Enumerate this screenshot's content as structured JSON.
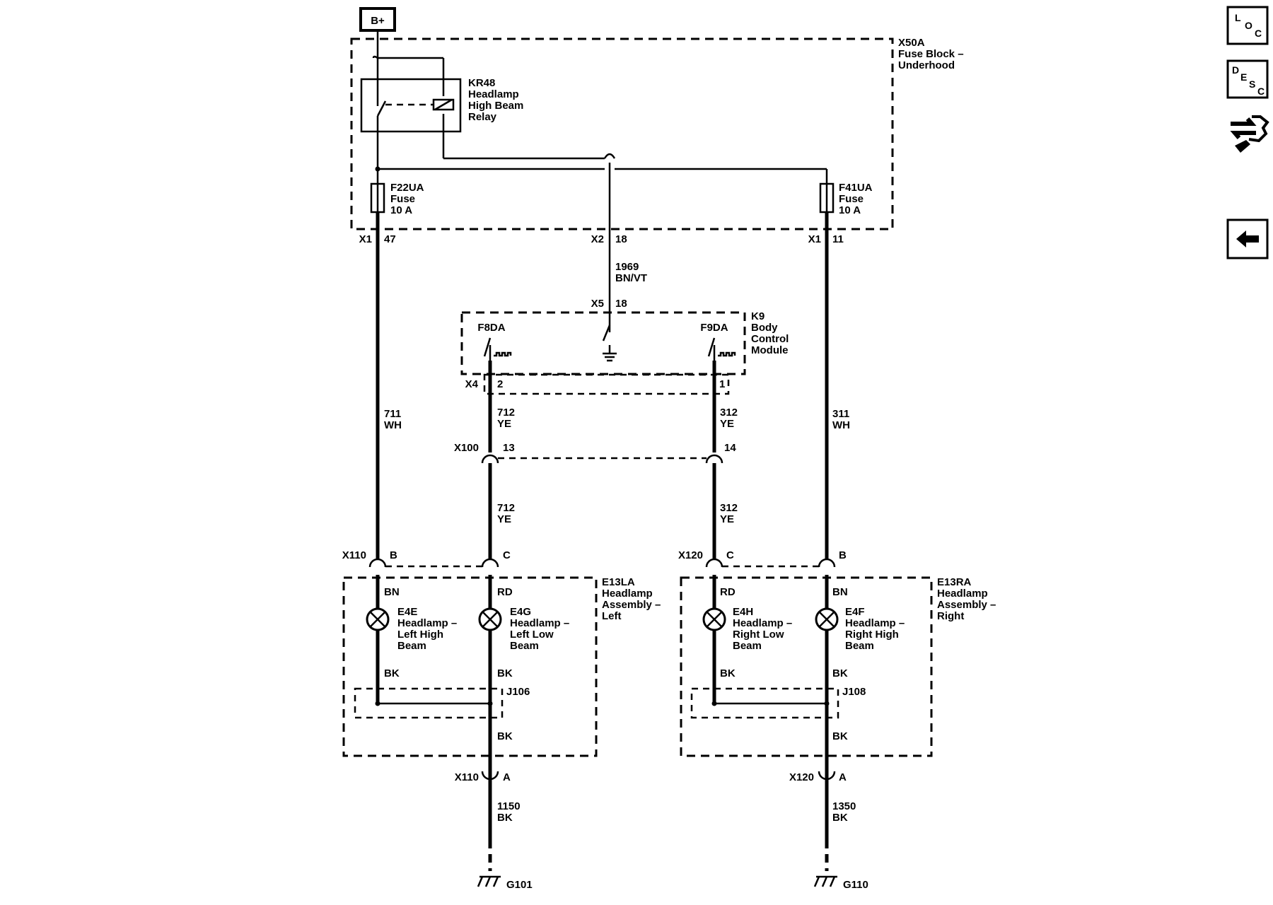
{
  "supply": "B+",
  "fuse_block": {
    "id": "X50A",
    "name": "Fuse Block –",
    "name2": "Underhood"
  },
  "relay": {
    "id": "KR48",
    "l1": "Headlamp",
    "l2": "High Beam",
    "l3": "Relay"
  },
  "fuse_left": {
    "id": "F22UA",
    "type": "Fuse",
    "rating": "10 A",
    "conn": "X1",
    "pin": "47"
  },
  "fuse_right": {
    "id": "F41UA",
    "type": "Fuse",
    "rating": "10 A",
    "conn": "X1",
    "pin": "11"
  },
  "ctrl_out": {
    "conn": "X2",
    "pin": "18",
    "circuit": "1969",
    "color": "BN/VT",
    "bcm_conn": "X5",
    "bcm_pin": "18"
  },
  "bcm": {
    "id": "K9",
    "l1": "Body",
    "l2": "Control",
    "l3": "Module",
    "left_fet": "F8DA",
    "right_fet": "F9DA",
    "conn": "X4",
    "pin_left": "2",
    "pin_right": "1"
  },
  "wires": {
    "left_high": {
      "circuit": "711",
      "color": "WH"
    },
    "left_low_a": {
      "circuit": "712",
      "color": "YE"
    },
    "left_low_b": {
      "circuit": "712",
      "color": "YE"
    },
    "right_low_a": {
      "circuit": "312",
      "color": "YE"
    },
    "right_low_b": {
      "circuit": "312",
      "color": "YE"
    },
    "right_high": {
      "circuit": "311",
      "color": "WH"
    },
    "ground_left": {
      "circuit": "1150",
      "color": "BK"
    },
    "ground_right": {
      "circuit": "1350",
      "color": "BK"
    }
  },
  "inline_conn": {
    "id": "X100",
    "pin_left": "13",
    "pin_right": "14"
  },
  "left_assembly": {
    "id": "E13LA",
    "l1": "Headlamp",
    "l2": "Assembly –",
    "l3": "Left",
    "conn": "X110",
    "pin_high": "B",
    "pin_low": "C",
    "pin_gnd": "A",
    "high": {
      "id": "E4E",
      "l1": "Headlamp –",
      "l2": "Left High",
      "l3": "Beam",
      "in_color": "BN",
      "out_color": "BK"
    },
    "low": {
      "id": "E4G",
      "l1": "Headlamp –",
      "l2": "Left Low",
      "l3": "Beam",
      "in_color": "RD",
      "out_color": "BK"
    },
    "splice": "J106",
    "gnd_color": "BK"
  },
  "right_assembly": {
    "id": "E13RA",
    "l1": "Headlamp",
    "l2": "Assembly –",
    "l3": "Right",
    "conn": "X120",
    "pin_low": "C",
    "pin_high": "B",
    "pin_gnd": "A",
    "low": {
      "id": "E4H",
      "l1": "Headlamp –",
      "l2": "Right Low",
      "l3": "Beam",
      "in_color": "RD",
      "out_color": "BK"
    },
    "high": {
      "id": "E4F",
      "l1": "Headlamp –",
      "l2": "Right High",
      "l3": "Beam",
      "in_color": "BN",
      "out_color": "BK"
    },
    "splice": "J108",
    "gnd_color": "BK"
  },
  "grounds": {
    "left": "G101",
    "right": "G110"
  },
  "nav": {
    "loc": {
      "l": "L",
      "o": "O",
      "c": "C"
    },
    "desc": {
      "d": "D",
      "e": "E",
      "s": "S",
      "c": "C"
    }
  }
}
